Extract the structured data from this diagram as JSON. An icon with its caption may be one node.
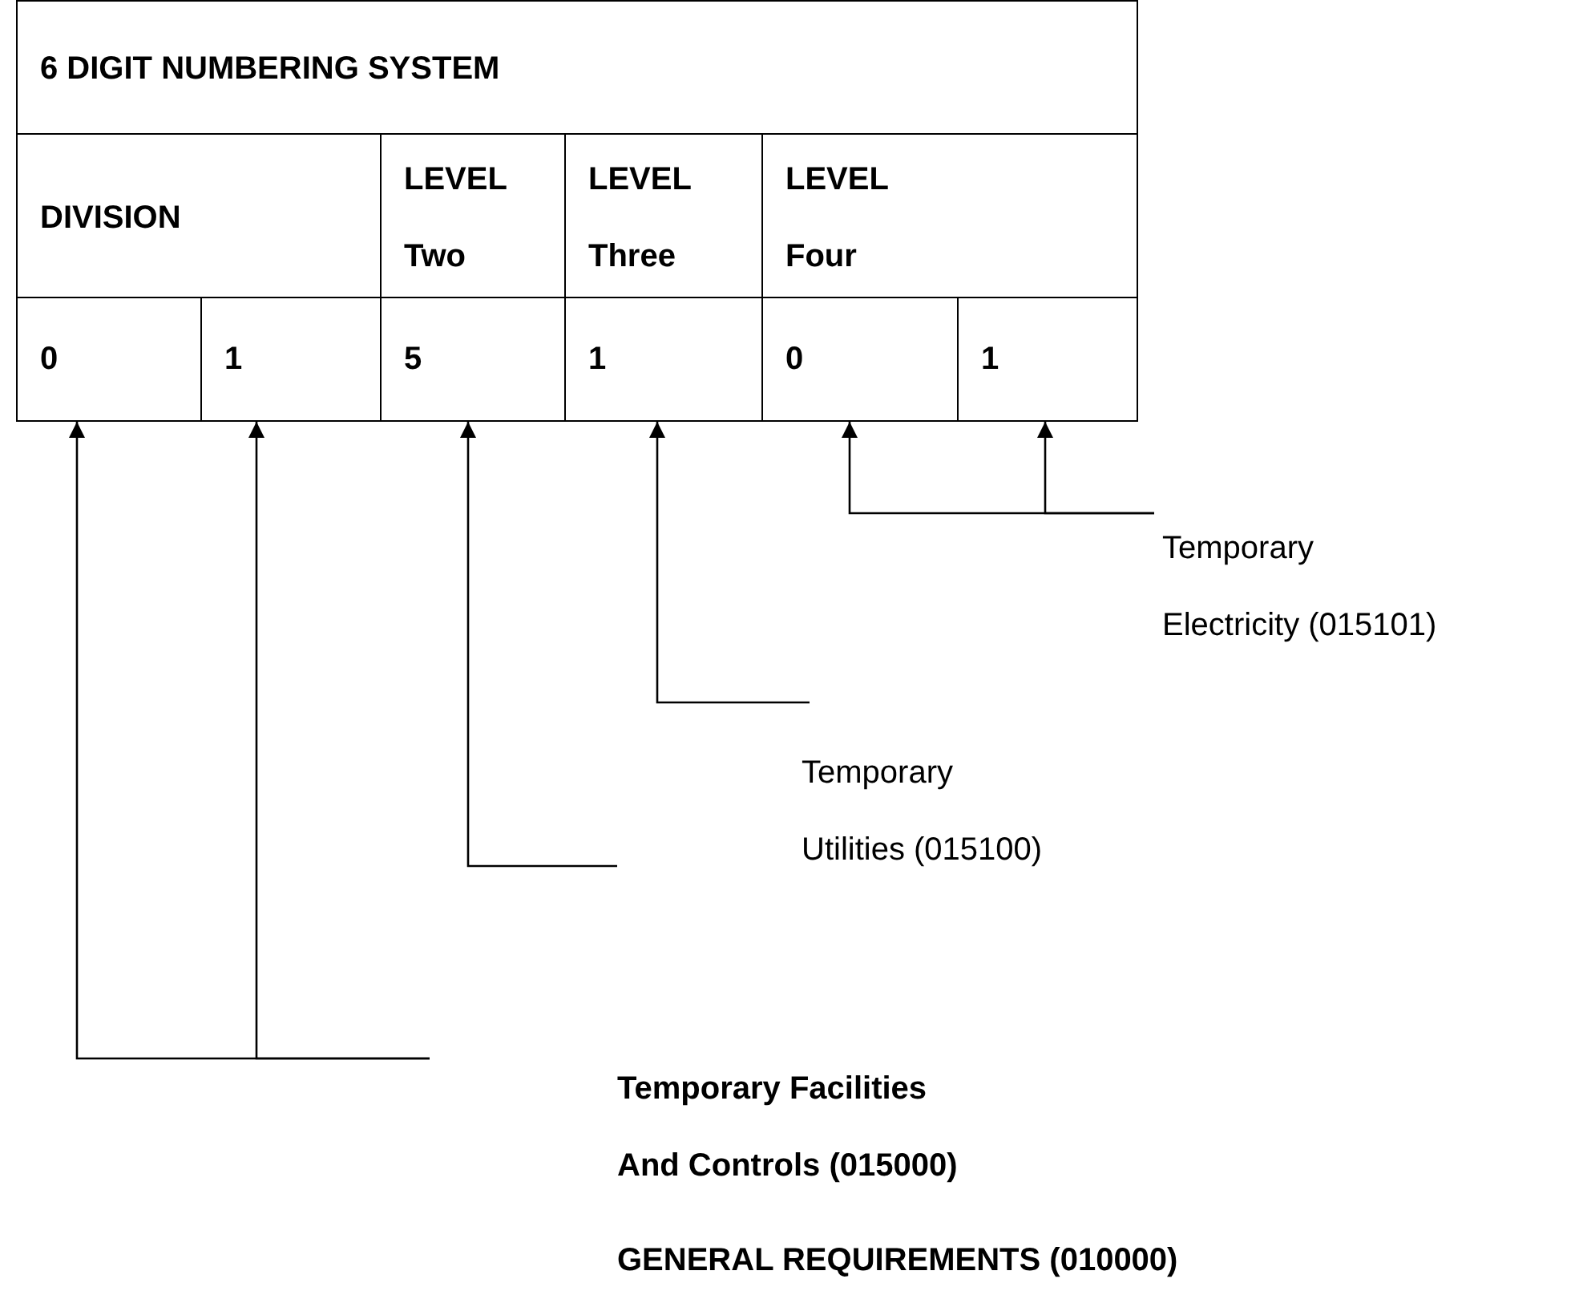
{
  "diagram": {
    "nodes": [
      {
        "text": [
          "6 DIGIT NUMBERING SYSTEM"
        ]
      },
      {
        "text": [
          "DIVISION"
        ]
      },
      {
        "text": [
          "LEVEL Two"
        ]
      },
      {
        "text": [
          "LEVEL Three"
        ]
      },
      {
        "text": [
          "LEVEL Four"
        ]
      },
      {
        "text": [
          "0"
        ]
      },
      {
        "text": [
          "1"
        ]
      },
      {
        "text": [
          "5"
        ]
      },
      {
        "text": [
          "1"
        ]
      },
      {
        "text": [
          "0"
        ]
      },
      {
        "text": [
          "1"
        ]
      },
      {
        "text": [
          "Temporary Electricity (015101)"
        ]
      }
    ],
    "edges": [
      {
        "from": 11,
        "to": 9,
        "arrow": "to"
      },
      {
        "from": 11,
        "to": 10,
        "arrow": "to"
      },
      {
        "from": null,
        "to": 8,
        "arrow": "to"
      },
      {
        "from": null,
        "to": 7,
        "arrow": "to"
      },
      {
        "from": null,
        "to": 5,
        "arrow": "to"
      },
      {
        "from": null,
        "to": 6,
        "arrow": "to"
      }
    ],
    "labels": [
      "Temporary Utilities (015100)",
      "Temporary Facilities And Controls (015000)",
      "GENERAL REQUIREMENTS (010000)"
    ]
  }
}
